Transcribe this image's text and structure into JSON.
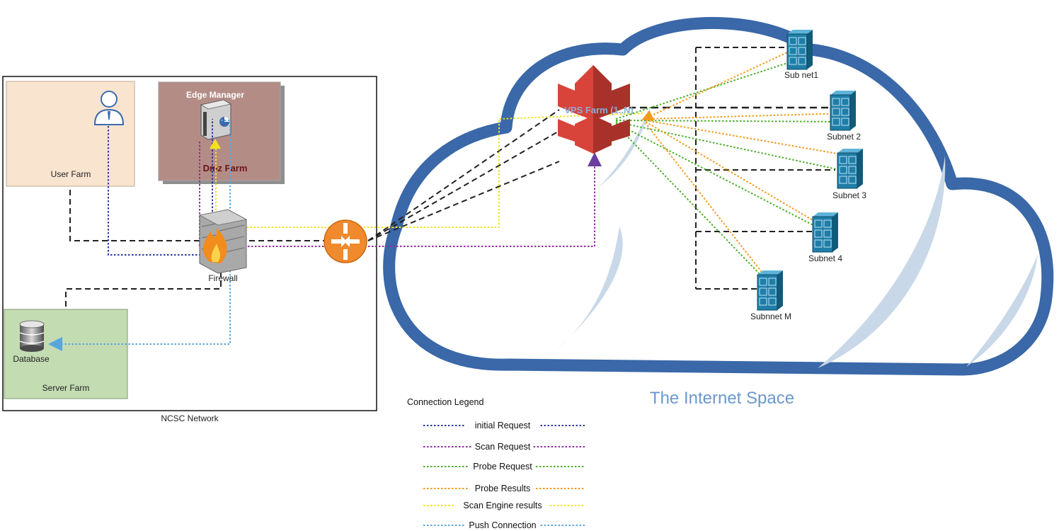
{
  "network": {
    "label": "NCSC Network"
  },
  "zones": {
    "user_farm": "User Farm",
    "edge_manager": "Edge Manager",
    "dmz_farm": "Dmz Farm",
    "server_farm": "Server Farm",
    "database": "Database",
    "firewall": "Firewall"
  },
  "cloud": {
    "title": "The Internet Space",
    "vps_farm": "VPS Farm (1..N)",
    "subnets": [
      "Sub net1",
      "Subnet 2",
      "Subnet 3",
      "Subnet 4",
      "Subnnet M"
    ]
  },
  "legend": {
    "title": "Connection Legend",
    "items": [
      {
        "label": "initial Request",
        "color": "#2e3a9e"
      },
      {
        "label": "Scan Request",
        "color": "#8e2e9e"
      },
      {
        "label": "Probe Request",
        "color": "#4cae2c"
      },
      {
        "label": "Probe Results",
        "color": "#f29a1d"
      },
      {
        "label": "Scan Engine results",
        "color": "#f2e21d"
      },
      {
        "label": "Push Connection",
        "color": "#5aa6dc"
      }
    ]
  },
  "colors": {
    "cloud_stroke": "#3a68a8",
    "cloud_highlight": "#c9d8e8",
    "user_farm_fill": "#f8e4cf",
    "dmz_fill": "#b48c86",
    "server_farm_fill": "#c3dcb2",
    "vps_red": "#d8433a",
    "router_orange": "#f08a2c",
    "subnet_blue": "#1f7ea8",
    "connection_black": "#222222"
  }
}
